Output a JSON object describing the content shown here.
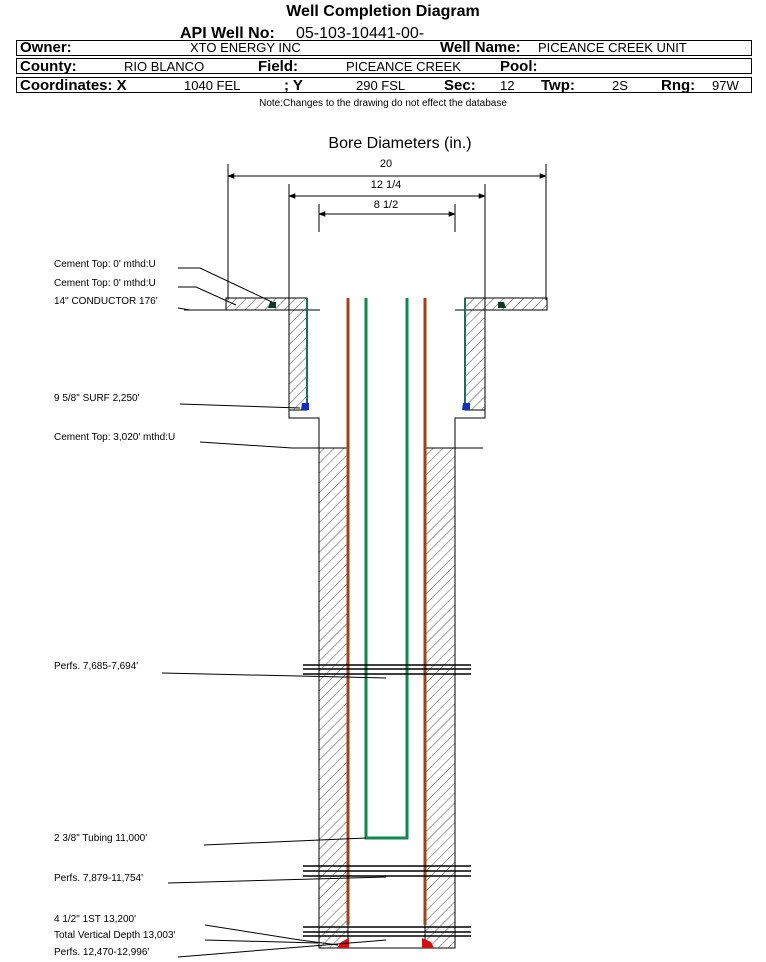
{
  "header": {
    "title": "Well Completion Diagram",
    "api_label": "API Well No:",
    "api_value": "05-103-10441-00-",
    "owner_label": "Owner:",
    "owner_value": "XTO ENERGY INC",
    "well_name_label": "Well Name:",
    "well_name_value": "PICEANCE CREEK UNIT",
    "county_label": "County:",
    "county_value": "RIO BLANCO",
    "field_label": "Field:",
    "field_value": "PICEANCE CREEK",
    "pool_label": "Pool:",
    "pool_value": "",
    "coord_x_label": "Coordinates: X",
    "coord_x_value": "1040 FEL",
    "coord_y_label": "; Y",
    "coord_y_value": "290 FSL",
    "sec_label": "Sec:",
    "sec_value": "12",
    "twp_label": "Twp:",
    "twp_value": "2S",
    "rng_label": "Rng:",
    "rng_value": "97W",
    "note": "Note:Changes to the drawing do not effect the database"
  },
  "bore": {
    "title": "Bore Diameters (in.)",
    "diameters": [
      "20",
      "12 1/4",
      "8 1/2"
    ]
  },
  "labels": {
    "cement_top_1": "Cement Top: 0' mthd:U",
    "cement_top_2": "Cement Top: 0' mthd:U",
    "conductor": "14\" CONDUCTOR  176'",
    "surface": "9 5/8\" SURF       2,250'",
    "cement_top_3": "Cement Top: 3,020' mthd:U",
    "perfs_1": "Perfs. 7,685-7,694'",
    "tubing": "2 3/8\" Tubing 11,000'",
    "perfs_2": "Perfs. 7,879-11,754'",
    "production": "4 1/2\" 1ST       13,200'",
    "tvd": "Total Vertical Depth 13,003'",
    "perfs_3": "Perfs. 12,470-12,996'"
  },
  "colors": {
    "surface_casing": "#1a6e5a",
    "production_casing": "#a0421a",
    "tubing": "#0f8a4f",
    "cement_shoe_conductor": "#0b3d20",
    "cement_shoe_surface": "#1030c0",
    "cement_shoe_production": "#d01010"
  }
}
